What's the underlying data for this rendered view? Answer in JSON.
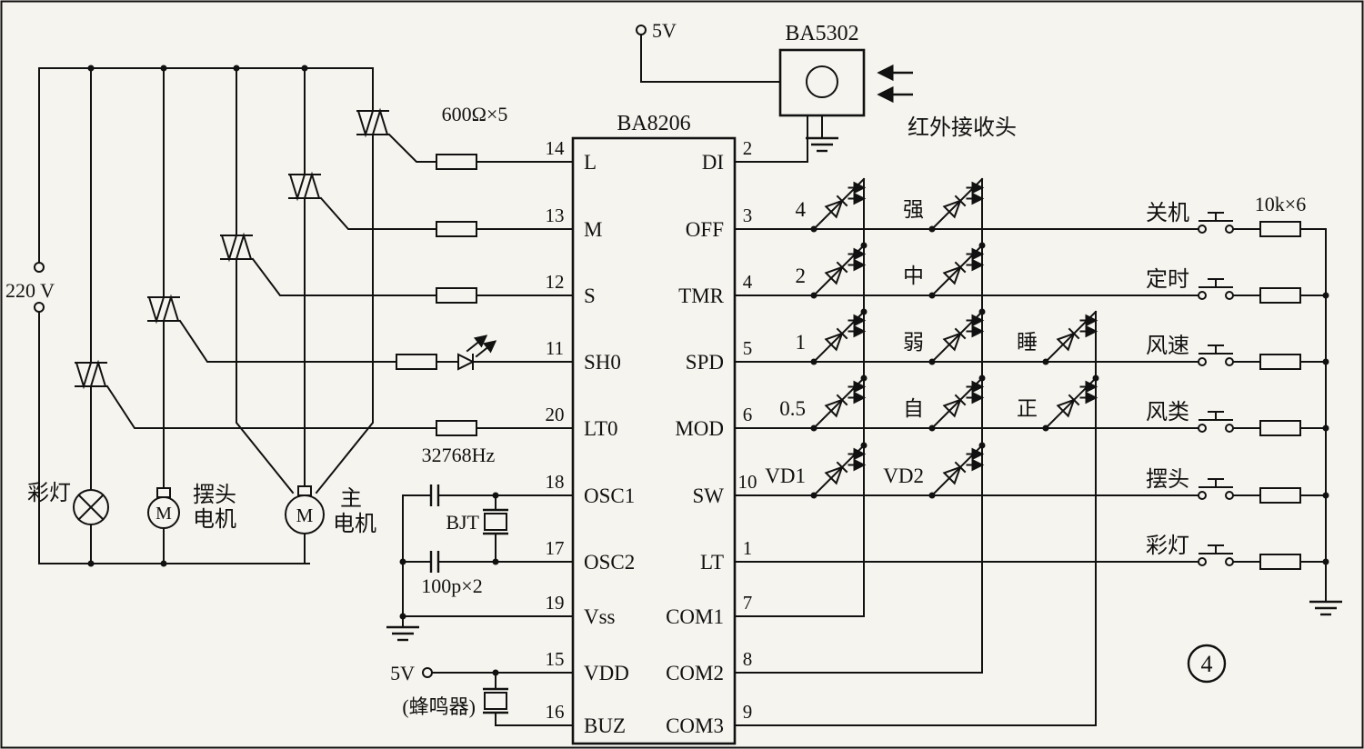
{
  "figure": {
    "number": "4"
  },
  "power": {
    "top_5v": "5V",
    "mains": "220 V",
    "vdd_5v": "5V"
  },
  "ir_receiver": {
    "chip": "BA5302",
    "label": "红外接收头"
  },
  "ic": {
    "name": "BA8206",
    "left_pins": [
      {
        "num": "14",
        "name": "L"
      },
      {
        "num": "13",
        "name": "M"
      },
      {
        "num": "12",
        "name": "S"
      },
      {
        "num": "11",
        "name": "SH0"
      },
      {
        "num": "20",
        "name": "LT0"
      },
      {
        "num": "18",
        "name": "OSC1"
      },
      {
        "num": "17",
        "name": "OSC2"
      },
      {
        "num": "19",
        "name": "Vss"
      },
      {
        "num": "15",
        "name": "VDD"
      },
      {
        "num": "16",
        "name": "BUZ"
      }
    ],
    "right_pins": [
      {
        "num": "2",
        "name": "DI"
      },
      {
        "num": "3",
        "name": "OFF"
      },
      {
        "num": "4",
        "name": "TMR"
      },
      {
        "num": "5",
        "name": "SPD"
      },
      {
        "num": "6",
        "name": "MOD"
      },
      {
        "num": "10",
        "name": "SW"
      },
      {
        "num": "1",
        "name": "LT"
      },
      {
        "num": "7",
        "name": "COM1"
      },
      {
        "num": "8",
        "name": "COM2"
      },
      {
        "num": "9",
        "name": "COM3"
      }
    ]
  },
  "components": {
    "triac_resistors": "600Ω×5",
    "crystal_freq": "32768Hz",
    "crystal_ref": "BJT",
    "osc_caps": "100p×2",
    "buzzer": "(蜂鸣器)",
    "button_resistors": "10k×6"
  },
  "loads": {
    "lamp": "彩灯",
    "swing_motor": [
      "摆头",
      "电机"
    ],
    "main_motor": [
      "主",
      "电机"
    ],
    "motor_letter": "M"
  },
  "led_matrix": {
    "col1": [
      "4",
      "2",
      "1",
      "0.5",
      "VD1"
    ],
    "col2": [
      "强",
      "中",
      "弱",
      "自",
      "VD2"
    ],
    "col3": [
      "睡",
      "正"
    ]
  },
  "buttons": [
    "关机",
    "定时",
    "风速",
    "风类",
    "摆头",
    "彩灯"
  ]
}
